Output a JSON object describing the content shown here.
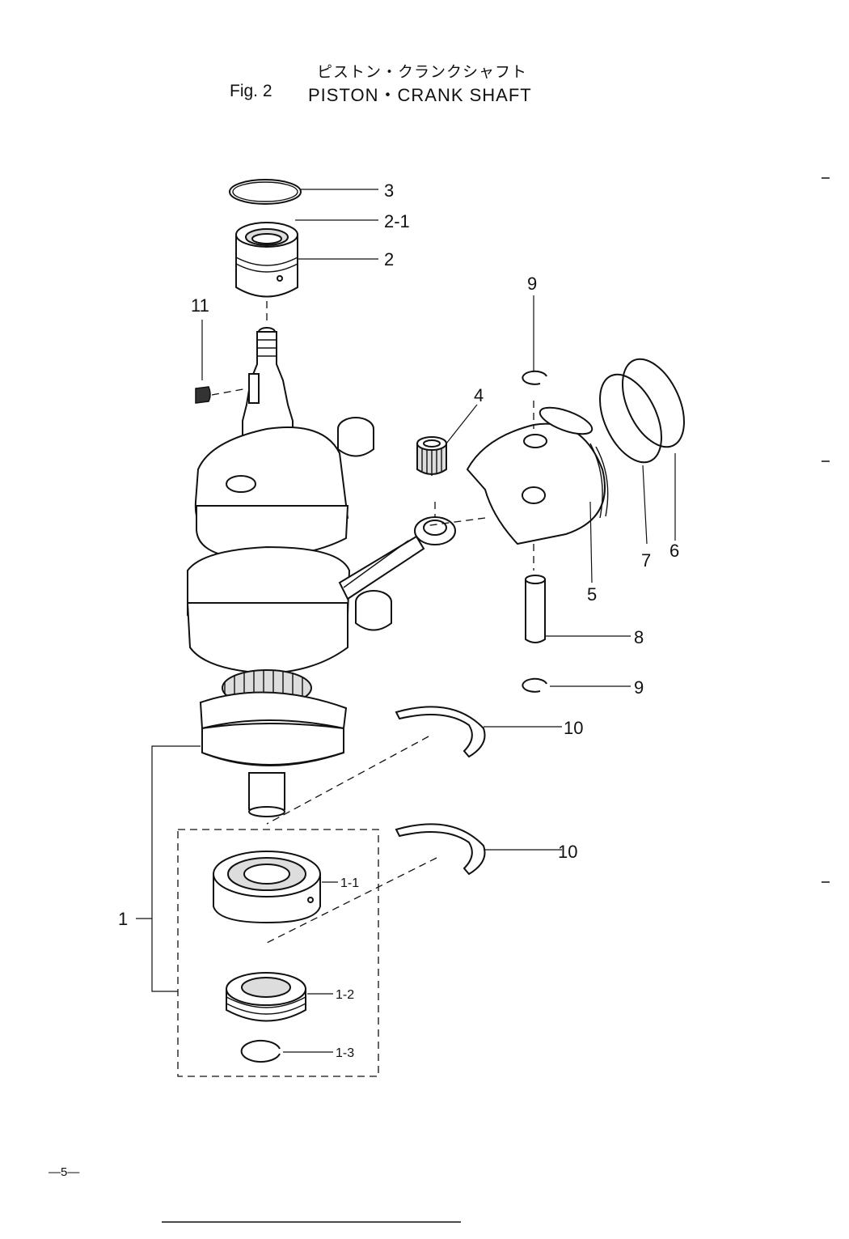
{
  "header": {
    "title_jp": "ピストン・クランクシャフト",
    "figure_no": "Fig. 2",
    "title_en": "PISTON・CRANK SHAFT"
  },
  "callouts": {
    "c3": "3",
    "c2_1": "2-1",
    "c2": "2",
    "c9_top": "9",
    "c11": "11",
    "c4": "4",
    "c7": "7",
    "c6": "6",
    "c5": "5",
    "c8": "8",
    "c9_bottom": "9",
    "c10_top": "10",
    "c10_bottom": "10",
    "c1": "1",
    "c1_1": "1-1",
    "c1_2": "1-2",
    "c1_3": "1-3"
  },
  "footer": {
    "page_number": "—5—"
  }
}
